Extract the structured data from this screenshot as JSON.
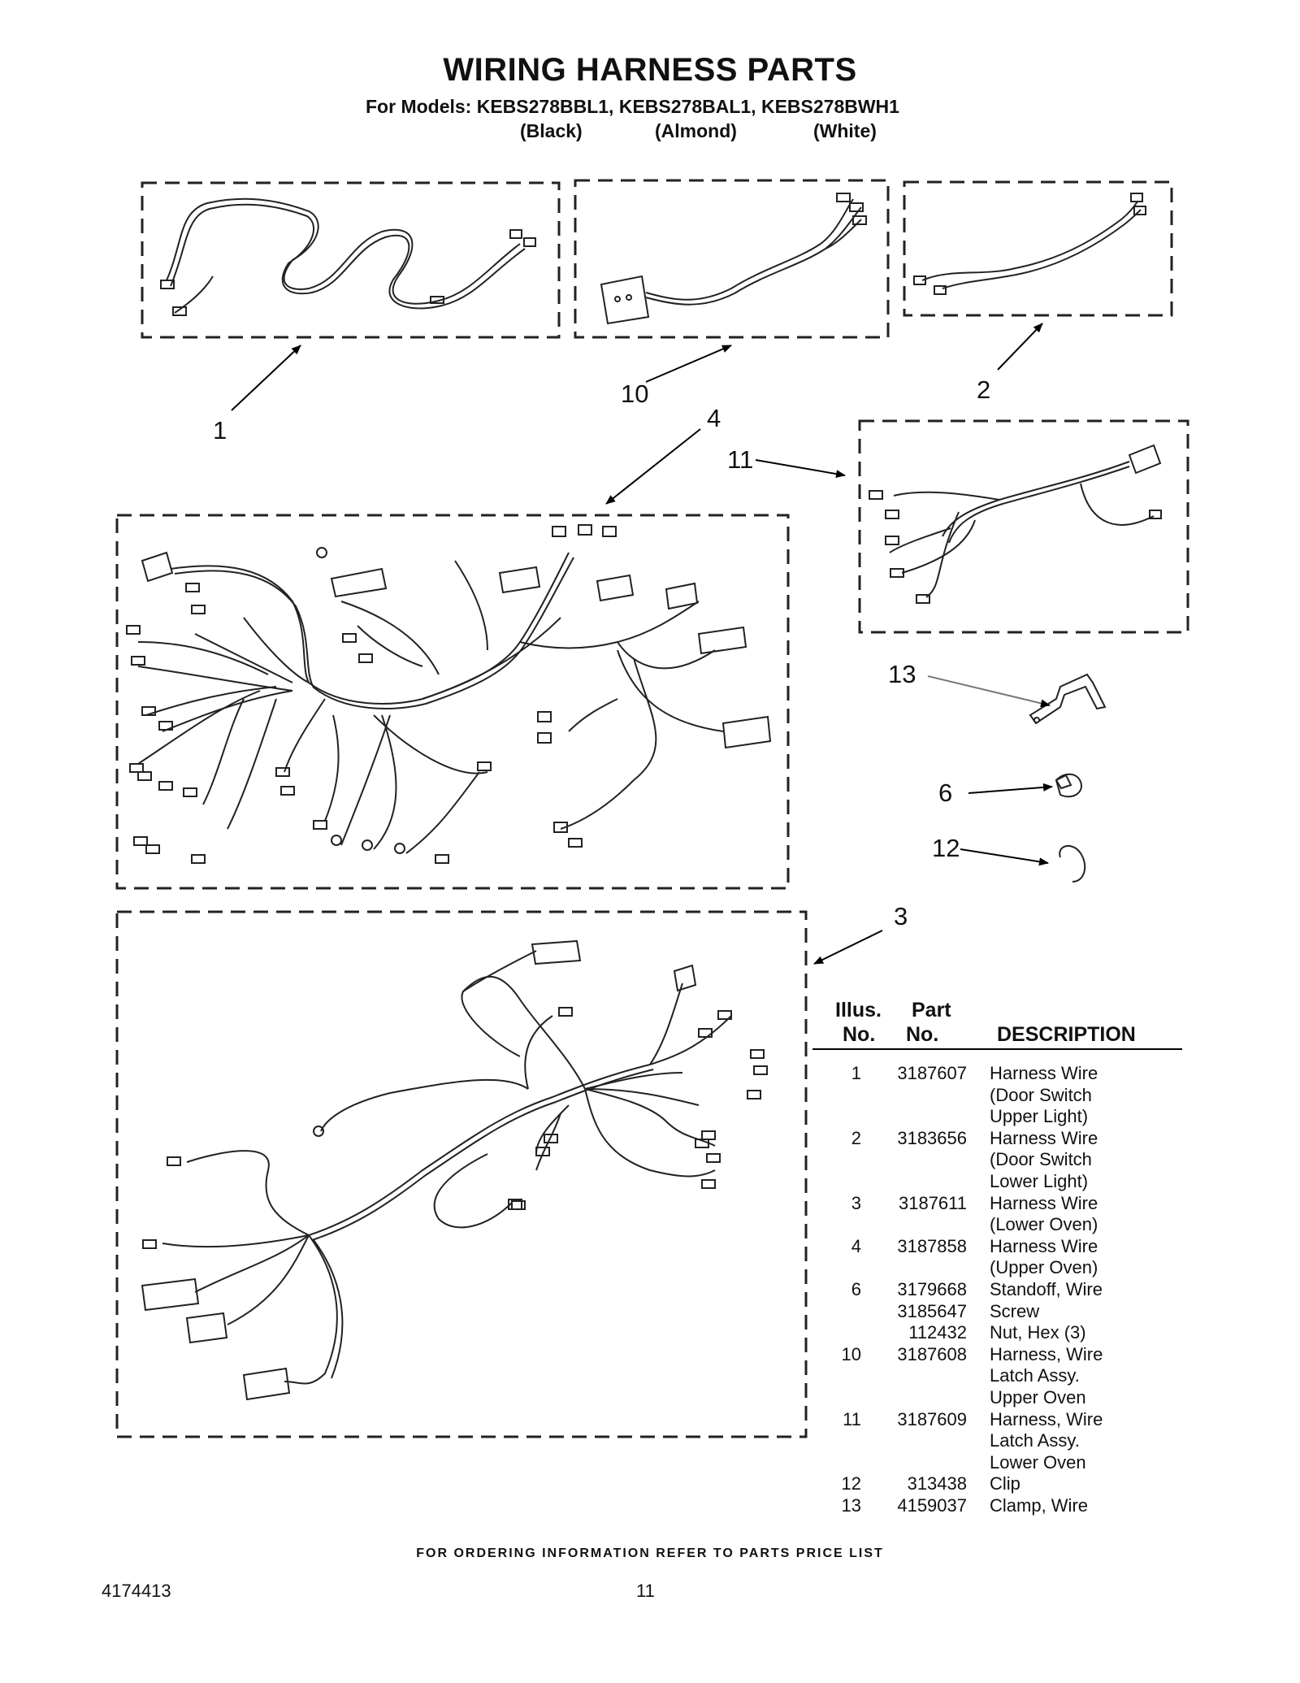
{
  "header": {
    "title": "WIRING HARNESS PARTS",
    "models_line": "For Models: KEBS278BBL1, KEBS278BAL1, KEBS278BWH1",
    "color_black": "(Black)",
    "color_almond": "(Almond)",
    "color_white": "(White)"
  },
  "callouts": {
    "c1": "1",
    "c10": "10",
    "c2": "2",
    "c4": "4",
    "c11": "11",
    "c13": "13",
    "c6": "6",
    "c12": "12",
    "c3": "3"
  },
  "parts_table": {
    "head_illus_1": "Illus.",
    "head_part_1": "Part",
    "head_illus_2": "No.",
    "head_part_2": "No.",
    "head_desc": "DESCRIPTION",
    "rows": [
      {
        "illus": "1",
        "part": "3187607",
        "desc": "Harness Wire\n(Door Switch\nUpper Light)"
      },
      {
        "illus": "2",
        "part": "3183656",
        "desc": "Harness Wire\n(Door Switch\nLower Light)"
      },
      {
        "illus": "3",
        "part": "3187611",
        "desc": "Harness Wire\n(Lower Oven)"
      },
      {
        "illus": "4",
        "part": "3187858",
        "desc": "Harness Wire\n(Upper Oven)"
      },
      {
        "illus": "6",
        "part": "3179668",
        "desc": "Standoff, Wire"
      },
      {
        "illus": "",
        "part": "3185647",
        "desc": "Screw"
      },
      {
        "illus": "",
        "part": "112432",
        "desc": "Nut, Hex (3)"
      },
      {
        "illus": "10",
        "part": "3187608",
        "desc": "Harness, Wire\nLatch Assy.\nUpper Oven"
      },
      {
        "illus": "11",
        "part": "3187609",
        "desc": "Harness, Wire\nLatch Assy.\nLower Oven"
      },
      {
        "illus": "12",
        "part": "313438",
        "desc": "Clip"
      },
      {
        "illus": "13",
        "part": "4159037",
        "desc": "Clamp, Wire"
      }
    ]
  },
  "footer": {
    "ordering_note": "FOR ORDERING INFORMATION REFER TO PARTS PRICE LIST",
    "doc_number": "4174413",
    "page_number": "11"
  }
}
